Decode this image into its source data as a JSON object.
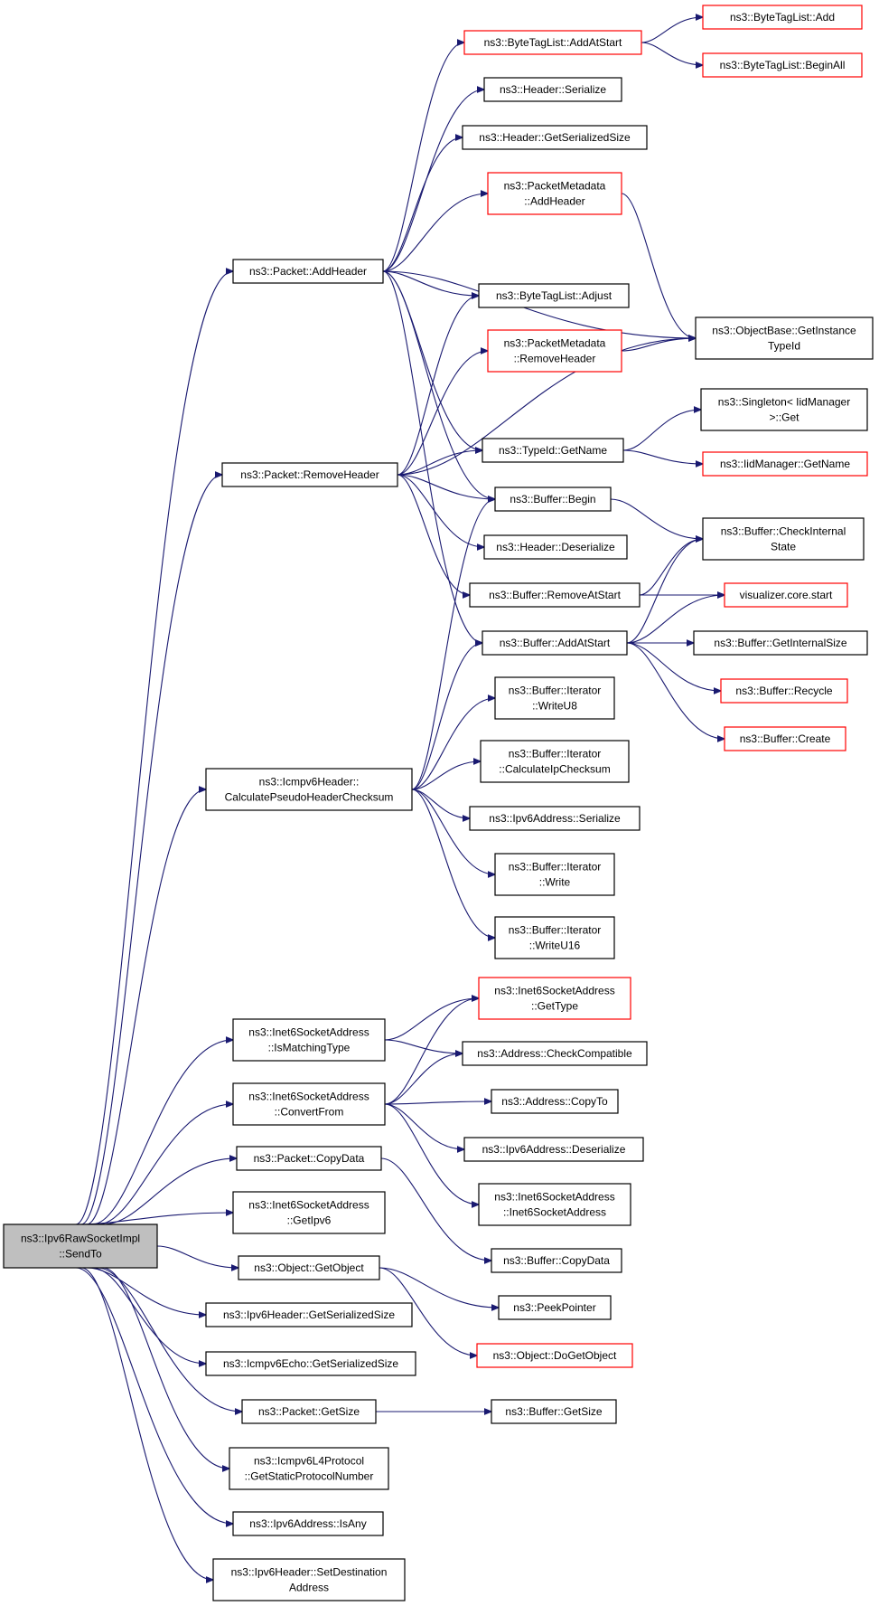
{
  "colors": {
    "edge": "#191970",
    "node_border": "#000000",
    "node_border_incomplete": "#ff0000",
    "root_fill": "#bfbfbf"
  },
  "nodes": [
    {
      "id": "root",
      "lines": [
        "ns3::Ipv6RawSocketImpl",
        "::SendTo"
      ],
      "kind": "root"
    },
    {
      "id": "pkt_addheader",
      "lines": [
        "ns3::Packet::AddHeader"
      ],
      "kind": "normal"
    },
    {
      "id": "pkt_removeheader",
      "lines": [
        "ns3::Packet::RemoveHeader"
      ],
      "kind": "normal"
    },
    {
      "id": "icmpv6_pseudo",
      "lines": [
        "ns3::Icmpv6Header::",
        "CalculatePseudoHeaderChecksum"
      ],
      "kind": "normal"
    },
    {
      "id": "inet6_ismatching",
      "lines": [
        "ns3::Inet6SocketAddress",
        "::IsMatchingType"
      ],
      "kind": "normal"
    },
    {
      "id": "inet6_convertfrom",
      "lines": [
        "ns3::Inet6SocketAddress",
        "::ConvertFrom"
      ],
      "kind": "normal"
    },
    {
      "id": "pkt_copydata",
      "lines": [
        "ns3::Packet::CopyData"
      ],
      "kind": "normal"
    },
    {
      "id": "inet6_getipv6",
      "lines": [
        "ns3::Inet6SocketAddress",
        "::GetIpv6"
      ],
      "kind": "normal"
    },
    {
      "id": "obj_getobject",
      "lines": [
        "ns3::Object::GetObject"
      ],
      "kind": "normal"
    },
    {
      "id": "ipv6hdr_getsize",
      "lines": [
        "ns3::Ipv6Header::GetSerializedSize"
      ],
      "kind": "normal"
    },
    {
      "id": "icmpv6echo_getsize",
      "lines": [
        "ns3::Icmpv6Echo::GetSerializedSize"
      ],
      "kind": "normal"
    },
    {
      "id": "pkt_getsize",
      "lines": [
        "ns3::Packet::GetSize"
      ],
      "kind": "normal"
    },
    {
      "id": "icmpv6l4_proto",
      "lines": [
        "ns3::Icmpv6L4Protocol",
        "::GetStaticProtocolNumber"
      ],
      "kind": "normal"
    },
    {
      "id": "ipv6addr_isany",
      "lines": [
        "ns3::Ipv6Address::IsAny"
      ],
      "kind": "normal"
    },
    {
      "id": "ipv6hdr_setdest",
      "lines": [
        "ns3::Ipv6Header::SetDestination",
        "Address"
      ],
      "kind": "normal"
    },
    {
      "id": "bytetag_addatstart",
      "lines": [
        "ns3::ByteTagList::AddAtStart"
      ],
      "kind": "red"
    },
    {
      "id": "header_serialize",
      "lines": [
        "ns3::Header::Serialize"
      ],
      "kind": "normal"
    },
    {
      "id": "header_getsize",
      "lines": [
        "ns3::Header::GetSerializedSize"
      ],
      "kind": "normal"
    },
    {
      "id": "pktmeta_addheader",
      "lines": [
        "ns3::PacketMetadata",
        "::AddHeader"
      ],
      "kind": "red"
    },
    {
      "id": "bytetag_adjust",
      "lines": [
        "ns3::ByteTagList::Adjust"
      ],
      "kind": "normal"
    },
    {
      "id": "pktmeta_removeheader",
      "lines": [
        "ns3::PacketMetadata",
        "::RemoveHeader"
      ],
      "kind": "red"
    },
    {
      "id": "typeid_getname",
      "lines": [
        "ns3::TypeId::GetName"
      ],
      "kind": "normal"
    },
    {
      "id": "buffer_begin",
      "lines": [
        "ns3::Buffer::Begin"
      ],
      "kind": "normal"
    },
    {
      "id": "header_deserialize",
      "lines": [
        "ns3::Header::Deserialize"
      ],
      "kind": "normal"
    },
    {
      "id": "buffer_removeatstart",
      "lines": [
        "ns3::Buffer::RemoveAtStart"
      ],
      "kind": "normal"
    },
    {
      "id": "buffer_addatstart",
      "lines": [
        "ns3::Buffer::AddAtStart"
      ],
      "kind": "normal"
    },
    {
      "id": "iter_writeu8",
      "lines": [
        "ns3::Buffer::Iterator",
        "::WriteU8"
      ],
      "kind": "normal"
    },
    {
      "id": "iter_checksum",
      "lines": [
        "ns3::Buffer::Iterator",
        "::CalculateIpChecksum"
      ],
      "kind": "normal"
    },
    {
      "id": "ipv6addr_serialize",
      "lines": [
        "ns3::Ipv6Address::Serialize"
      ],
      "kind": "normal"
    },
    {
      "id": "iter_write",
      "lines": [
        "ns3::Buffer::Iterator",
        "::Write"
      ],
      "kind": "normal"
    },
    {
      "id": "iter_writeu16",
      "lines": [
        "ns3::Buffer::Iterator",
        "::WriteU16"
      ],
      "kind": "normal"
    },
    {
      "id": "inet6_gettype",
      "lines": [
        "ns3::Inet6SocketAddress",
        "::GetType"
      ],
      "kind": "red"
    },
    {
      "id": "addr_checkcompat",
      "lines": [
        "ns3::Address::CheckCompatible"
      ],
      "kind": "normal"
    },
    {
      "id": "addr_copyto",
      "lines": [
        "ns3::Address::CopyTo"
      ],
      "kind": "normal"
    },
    {
      "id": "ipv6addr_deserialize",
      "lines": [
        "ns3::Ipv6Address::Deserialize"
      ],
      "kind": "normal"
    },
    {
      "id": "inet6_ctor",
      "lines": [
        "ns3::Inet6SocketAddress",
        "::Inet6SocketAddress"
      ],
      "kind": "normal"
    },
    {
      "id": "buffer_copydata",
      "lines": [
        "ns3::Buffer::CopyData"
      ],
      "kind": "normal"
    },
    {
      "id": "peekpointer",
      "lines": [
        "ns3::PeekPointer"
      ],
      "kind": "normal"
    },
    {
      "id": "obj_dogetobject",
      "lines": [
        "ns3::Object::DoGetObject"
      ],
      "kind": "red"
    },
    {
      "id": "buffer_getsize",
      "lines": [
        "ns3::Buffer::GetSize"
      ],
      "kind": "normal"
    },
    {
      "id": "bytetag_add",
      "lines": [
        "ns3::ByteTagList::Add"
      ],
      "kind": "red"
    },
    {
      "id": "bytetag_beginall",
      "lines": [
        "ns3::ByteTagList::BeginAll"
      ],
      "kind": "red"
    },
    {
      "id": "objbase_typeid",
      "lines": [
        "ns3::ObjectBase::GetInstance",
        "TypeId"
      ],
      "kind": "normal"
    },
    {
      "id": "singleton_get",
      "lines": [
        "ns3::Singleton< IidManager",
        ">::Get"
      ],
      "kind": "normal"
    },
    {
      "id": "iidmgr_getname",
      "lines": [
        "ns3::IidManager::GetName"
      ],
      "kind": "red"
    },
    {
      "id": "buffer_checkstate",
      "lines": [
        "ns3::Buffer::CheckInternal",
        "State"
      ],
      "kind": "normal"
    },
    {
      "id": "visualizer_start",
      "lines": [
        "visualizer.core.start"
      ],
      "kind": "red"
    },
    {
      "id": "buffer_getinternalsize",
      "lines": [
        "ns3::Buffer::GetInternalSize"
      ],
      "kind": "normal"
    },
    {
      "id": "buffer_recycle",
      "lines": [
        "ns3::Buffer::Recycle"
      ],
      "kind": "red"
    },
    {
      "id": "buffer_create",
      "lines": [
        "ns3::Buffer::Create"
      ],
      "kind": "red"
    }
  ],
  "edges": [
    [
      "root",
      "pkt_addheader"
    ],
    [
      "root",
      "pkt_removeheader"
    ],
    [
      "root",
      "icmpv6_pseudo"
    ],
    [
      "root",
      "inet6_ismatching"
    ],
    [
      "root",
      "inet6_convertfrom"
    ],
    [
      "root",
      "pkt_copydata"
    ],
    [
      "root",
      "inet6_getipv6"
    ],
    [
      "root",
      "obj_getobject"
    ],
    [
      "root",
      "ipv6hdr_getsize"
    ],
    [
      "root",
      "icmpv6echo_getsize"
    ],
    [
      "root",
      "pkt_getsize"
    ],
    [
      "root",
      "icmpv6l4_proto"
    ],
    [
      "root",
      "ipv6addr_isany"
    ],
    [
      "root",
      "ipv6hdr_setdest"
    ],
    [
      "pkt_addheader",
      "bytetag_addatstart"
    ],
    [
      "pkt_addheader",
      "header_serialize"
    ],
    [
      "pkt_addheader",
      "header_getsize"
    ],
    [
      "pkt_addheader",
      "pktmeta_addheader"
    ],
    [
      "pkt_addheader",
      "objbase_typeid"
    ],
    [
      "pkt_addheader",
      "bytetag_adjust"
    ],
    [
      "pkt_addheader",
      "typeid_getname"
    ],
    [
      "pkt_addheader",
      "buffer_begin"
    ],
    [
      "pkt_addheader",
      "buffer_addatstart"
    ],
    [
      "bytetag_addatstart",
      "bytetag_add"
    ],
    [
      "bytetag_addatstart",
      "bytetag_beginall"
    ],
    [
      "pktmeta_addheader",
      "objbase_typeid"
    ],
    [
      "pktmeta_removeheader",
      "objbase_typeid"
    ],
    [
      "pkt_removeheader",
      "bytetag_adjust"
    ],
    [
      "pkt_removeheader",
      "pktmeta_removeheader"
    ],
    [
      "pkt_removeheader",
      "objbase_typeid"
    ],
    [
      "pkt_removeheader",
      "typeid_getname"
    ],
    [
      "pkt_removeheader",
      "buffer_begin"
    ],
    [
      "pkt_removeheader",
      "header_deserialize"
    ],
    [
      "pkt_removeheader",
      "buffer_removeatstart"
    ],
    [
      "typeid_getname",
      "singleton_get"
    ],
    [
      "typeid_getname",
      "iidmgr_getname"
    ],
    [
      "buffer_begin",
      "buffer_checkstate"
    ],
    [
      "buffer_removeatstart",
      "buffer_checkstate"
    ],
    [
      "buffer_removeatstart",
      "visualizer_start"
    ],
    [
      "buffer_addatstart",
      "buffer_checkstate"
    ],
    [
      "buffer_addatstart",
      "visualizer_start"
    ],
    [
      "buffer_addatstart",
      "buffer_getinternalsize"
    ],
    [
      "buffer_addatstart",
      "buffer_recycle"
    ],
    [
      "buffer_addatstart",
      "buffer_create"
    ],
    [
      "icmpv6_pseudo",
      "buffer_begin"
    ],
    [
      "icmpv6_pseudo",
      "buffer_addatstart"
    ],
    [
      "icmpv6_pseudo",
      "iter_writeu8"
    ],
    [
      "icmpv6_pseudo",
      "iter_checksum"
    ],
    [
      "icmpv6_pseudo",
      "ipv6addr_serialize"
    ],
    [
      "icmpv6_pseudo",
      "iter_write"
    ],
    [
      "icmpv6_pseudo",
      "iter_writeu16"
    ],
    [
      "inet6_ismatching",
      "inet6_gettype"
    ],
    [
      "inet6_ismatching",
      "addr_checkcompat"
    ],
    [
      "inet6_convertfrom",
      "inet6_gettype"
    ],
    [
      "inet6_convertfrom",
      "addr_checkcompat"
    ],
    [
      "inet6_convertfrom",
      "addr_copyto"
    ],
    [
      "inet6_convertfrom",
      "ipv6addr_deserialize"
    ],
    [
      "inet6_convertfrom",
      "inet6_ctor"
    ],
    [
      "pkt_copydata",
      "buffer_copydata"
    ],
    [
      "obj_getobject",
      "peekpointer"
    ],
    [
      "obj_getobject",
      "obj_dogetobject"
    ],
    [
      "pkt_getsize",
      "buffer_getsize"
    ]
  ]
}
